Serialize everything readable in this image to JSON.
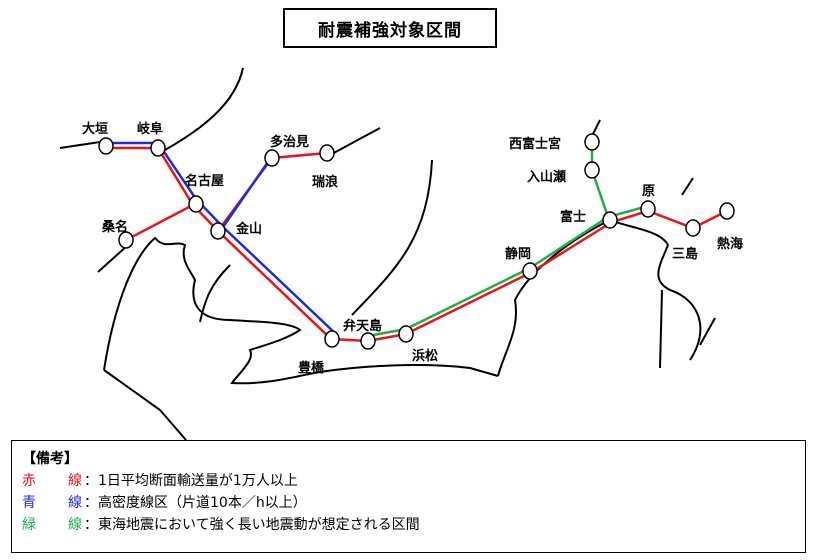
{
  "title": "耐震補強対象区間",
  "colors": {
    "red": "#e8141b",
    "blue": "#1f2bd6",
    "green": "#1fae4b",
    "coast": "#000000"
  },
  "stations": {
    "ogaki": "大垣",
    "gifu": "岐阜",
    "tajimi": "多治見",
    "mizunami": "瑞浪",
    "nagoya": "名古屋",
    "kanayama": "金山",
    "kuwana": "桑名",
    "toyohashi": "豊橋",
    "bentenjima": "弁天島",
    "hamamatsu": "浜松",
    "shizuoka": "静岡",
    "nishifujinomiya": "西富士宮",
    "iriyamase": "入山瀬",
    "fuji": "富士",
    "hara": "原",
    "mishima": "三島",
    "atami": "熱海"
  },
  "notes": {
    "heading": "【備考】",
    "items": [
      {
        "key1": "赤",
        "key2": "線",
        "color": "#e8141b",
        "text": "：1日平均断面輸送量が1万人以上"
      },
      {
        "key1": "青",
        "key2": "線",
        "color": "#1f2bd6",
        "text": "：高密度線区（片道10本／h以上）"
      },
      {
        "key1": "緑",
        "key2": "線",
        "color": "#1fae4b",
        "text": "：東海地震において強く長い地震動が想定される区間"
      }
    ]
  }
}
